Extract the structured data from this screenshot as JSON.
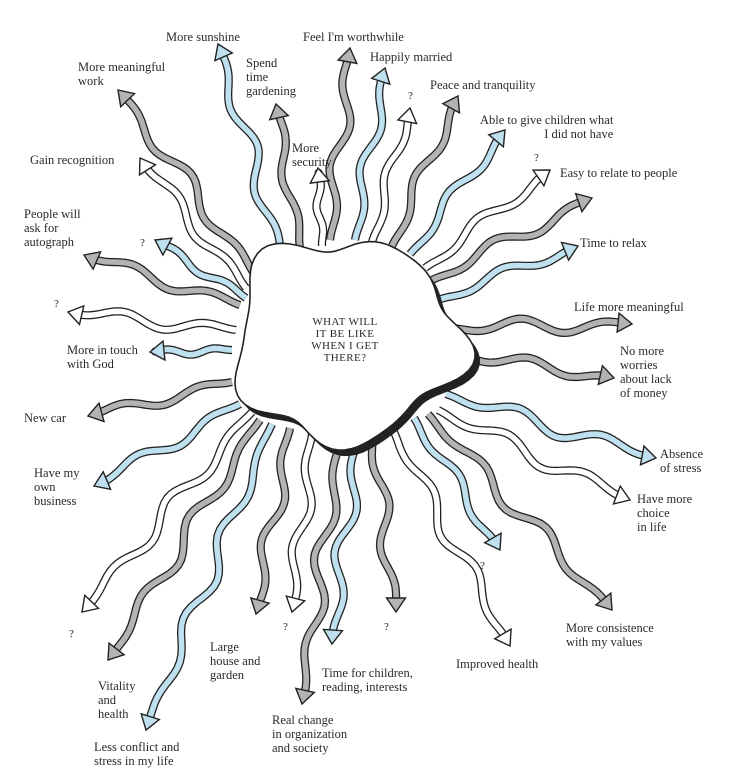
{
  "center": {
    "text": "WHAT WILL\nIT BE LIKE\nWHEN I GET\nTHERE?"
  },
  "colors": {
    "blue": "#bfe1ef",
    "grey": "#b3b3b3",
    "white": "#ffffff",
    "ink": "#222222"
  },
  "labels": [
    {
      "id": "more-sunshine",
      "text": "More sunshine"
    },
    {
      "id": "feel-worthwhile",
      "text": "Feel I'm worthwhile"
    },
    {
      "id": "more-meaningful-work",
      "text": "More meaningful\nwork"
    },
    {
      "id": "spend-time-gardening",
      "text": "Spend\ntime\ngardening"
    },
    {
      "id": "happily-married",
      "text": "Happily married"
    },
    {
      "id": "peace-tranquility",
      "text": "Peace and tranquility"
    },
    {
      "id": "able-to-give-children",
      "text": "Able to give children what\nI did not have"
    },
    {
      "id": "gain-recognition",
      "text": "Gain recognition"
    },
    {
      "id": "more-security",
      "text": "More\nsecurity"
    },
    {
      "id": "easy-to-relate",
      "text": "Easy to relate to people"
    },
    {
      "id": "people-will-ask",
      "text": "People will\nask for\nautograph"
    },
    {
      "id": "time-to-relax",
      "text": "Time to relax"
    },
    {
      "id": "life-more-meaningful",
      "text": "Life more meaningful"
    },
    {
      "id": "more-in-touch-god",
      "text": "More in touch\nwith God"
    },
    {
      "id": "no-more-worries",
      "text": "No more\nworries\nabout lack\nof money"
    },
    {
      "id": "new-car",
      "text": "New car"
    },
    {
      "id": "absence-of-stress",
      "text": "Absence\nof stress"
    },
    {
      "id": "have-my-own-business",
      "text": "Have my\nown\nbusiness"
    },
    {
      "id": "have-more-choice",
      "text": "Have more\nchoice\nin life"
    },
    {
      "id": "more-consistence",
      "text": "More consistence\nwith my values"
    },
    {
      "id": "large-house-garden",
      "text": "Large\nhouse and\ngarden"
    },
    {
      "id": "vitality-health",
      "text": "Vitality\nand\nhealth"
    },
    {
      "id": "improved-health",
      "text": "Improved health"
    },
    {
      "id": "time-for-children",
      "text": "Time for children,\nreading, interests"
    },
    {
      "id": "less-conflict",
      "text": "Less conflict and\nstress in my life"
    },
    {
      "id": "real-change",
      "text": "Real change\nin organization\nand society"
    }
  ],
  "question_mark": "?"
}
